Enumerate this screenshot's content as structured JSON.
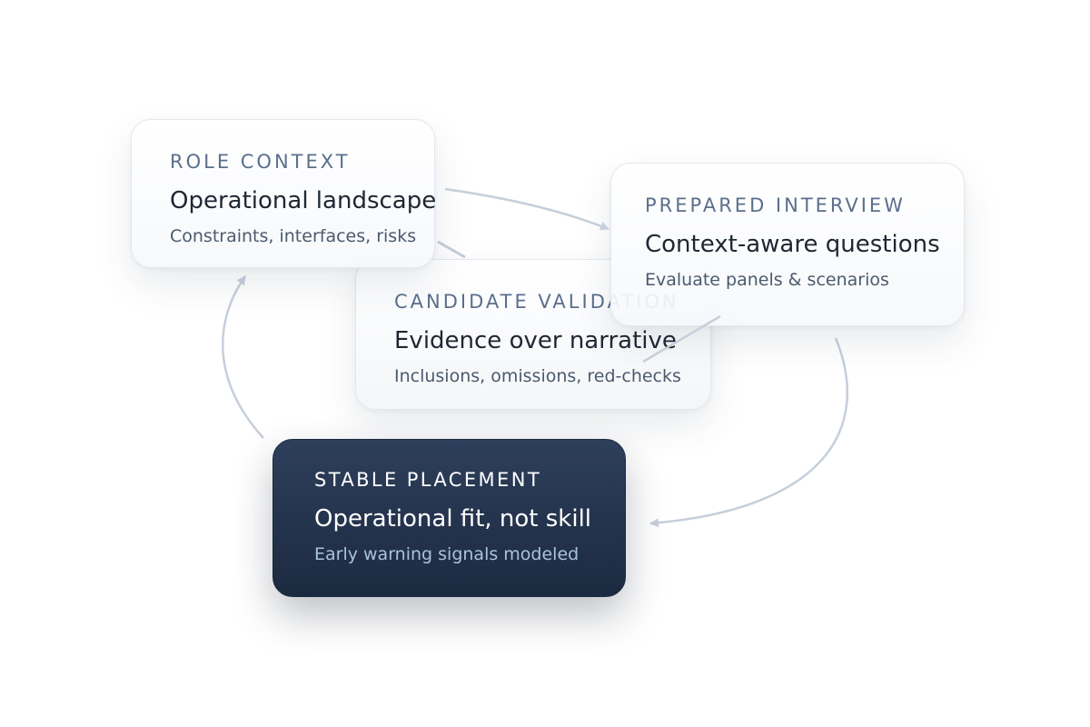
{
  "cards": {
    "role": {
      "eyebrow": "ROLE CONTEXT",
      "headline": "Operational landscape",
      "sub": "Constraints, interfaces, risks"
    },
    "interview": {
      "eyebrow": "PREPARED INTERVIEW",
      "headline": "Context-aware questions",
      "sub": "Evaluate panels & scenarios"
    },
    "validation": {
      "eyebrow": "CANDIDATE VALIDATION",
      "headline": "Evidence over narrative",
      "sub": "Inclusions, omissions, red-checks"
    },
    "placement": {
      "eyebrow": "STABLE PLACEMENT",
      "headline": "Operational fit, not skill",
      "sub": "Early warning signals modeled"
    }
  },
  "colors": {
    "connector": "#c6cfdb",
    "dark_card": "#24344f",
    "eyebrow": "#5b6f8c"
  }
}
